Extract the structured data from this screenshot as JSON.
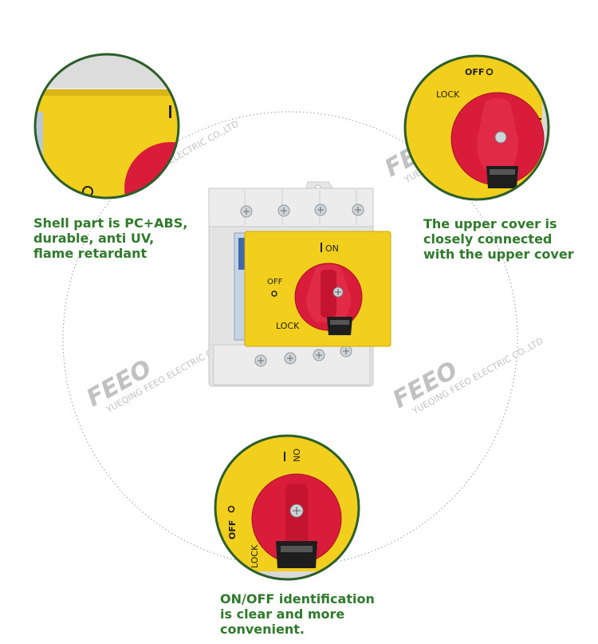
{
  "image": {
    "theme": "FEEO DC isolator switch feature showcase",
    "colors": {
      "caption_green": "#2f7a2b",
      "circle_border": "#2c5e2a",
      "switch_yellow": "#f2cf1c",
      "knob_red": "#d81c3a",
      "housing_gray": "#e4e4e4"
    }
  },
  "watermark": {
    "brand": "FEEO",
    "company": "YUEQING FEEO ELECTRIC CO.,LTD"
  },
  "switch_labels": {
    "on": "ON",
    "off": "OFF",
    "lock": "LOCK"
  },
  "captions": {
    "left": [
      "Shell part is PC+ABS,",
      "durable, anti UV,",
      "flame retardant"
    ],
    "right": [
      "The upper cover is",
      "closely connected",
      "with the upper cover"
    ],
    "bottom": [
      "ON/OFF identification",
      "is clear and more",
      "convenient."
    ]
  }
}
